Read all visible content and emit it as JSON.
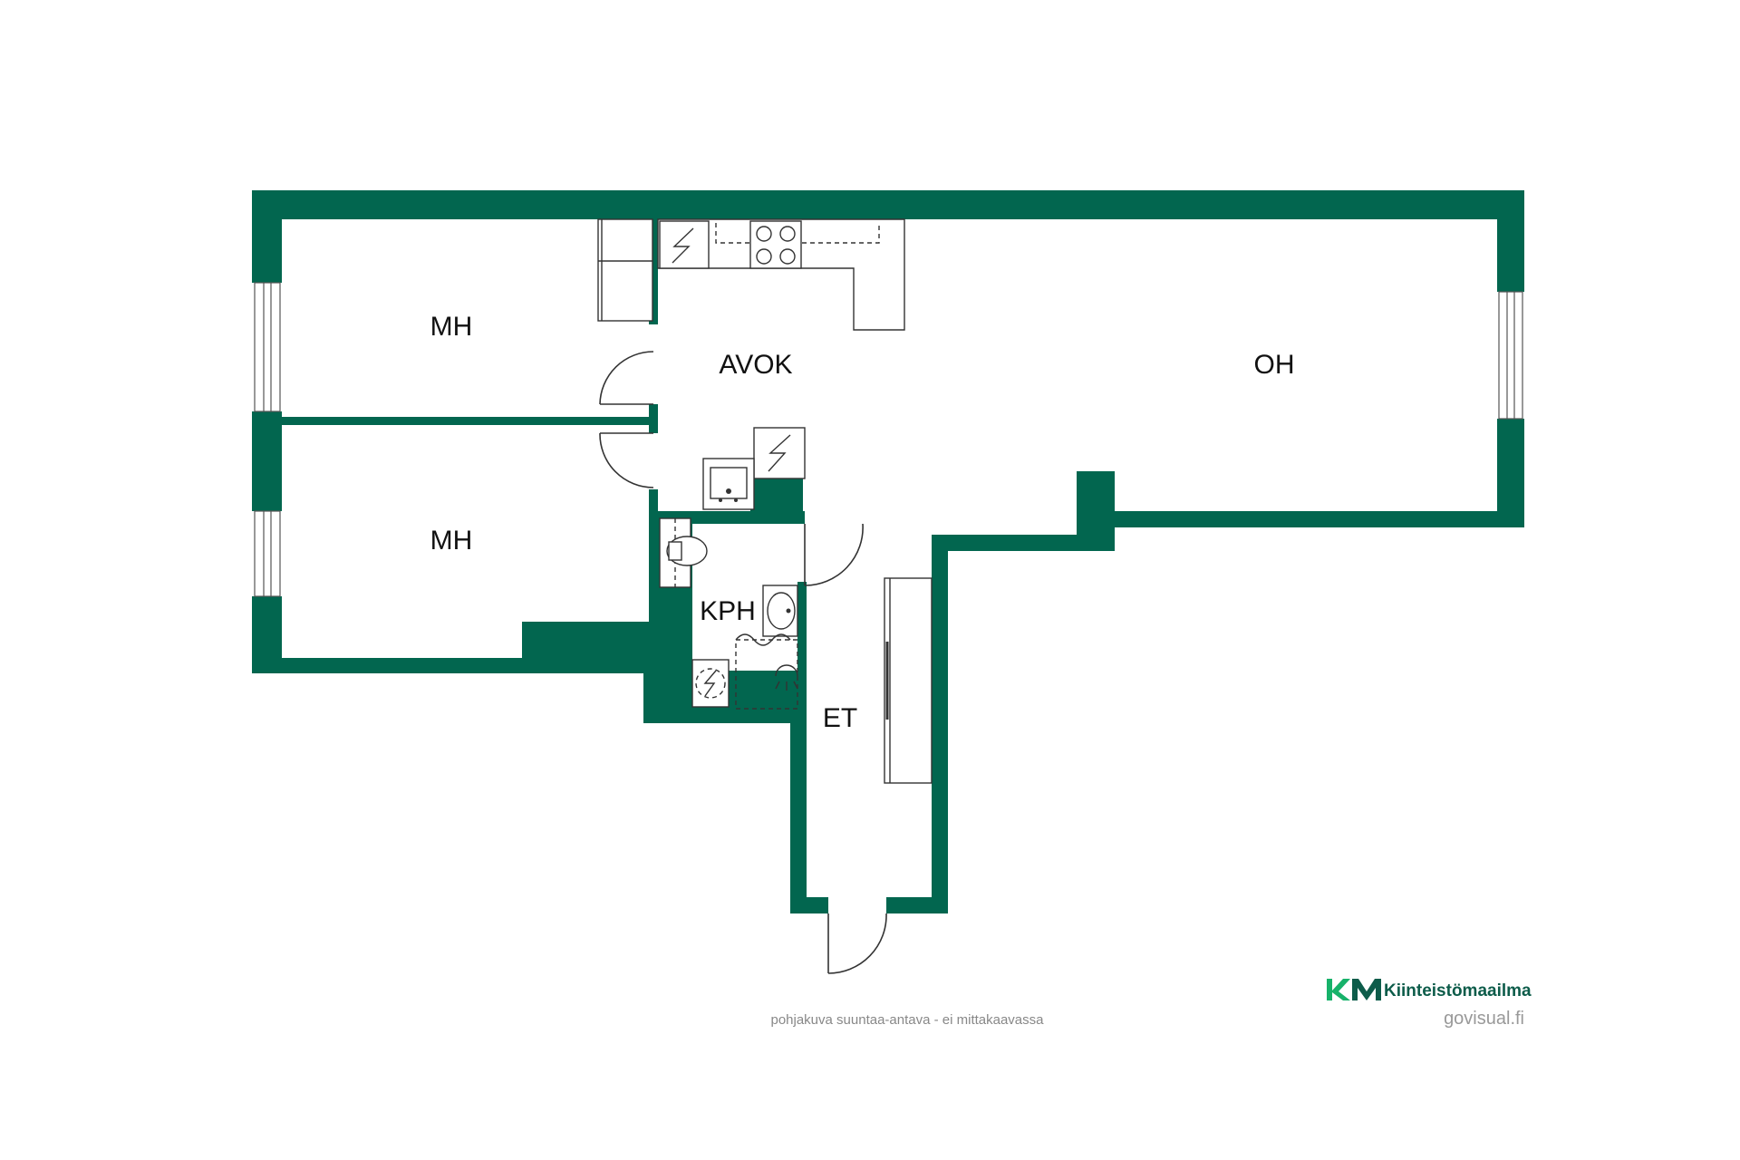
{
  "plan": {
    "wall_color": "#02664f",
    "rooms": {
      "bedroom_1": "MH",
      "bedroom_2": "MH",
      "kitchen": "AVOK",
      "living_room": "OH",
      "bathroom": "KPH",
      "hall": "ET"
    }
  },
  "footer": {
    "note": "pohjakuva suuntaa-antava - ei mittakaavassa",
    "brand": {
      "logo_text": "KM",
      "name": "Kiinteistömaailma",
      "color": "#0d5c4a",
      "accent": "#17b26a"
    },
    "credit": "govisual.fi"
  }
}
